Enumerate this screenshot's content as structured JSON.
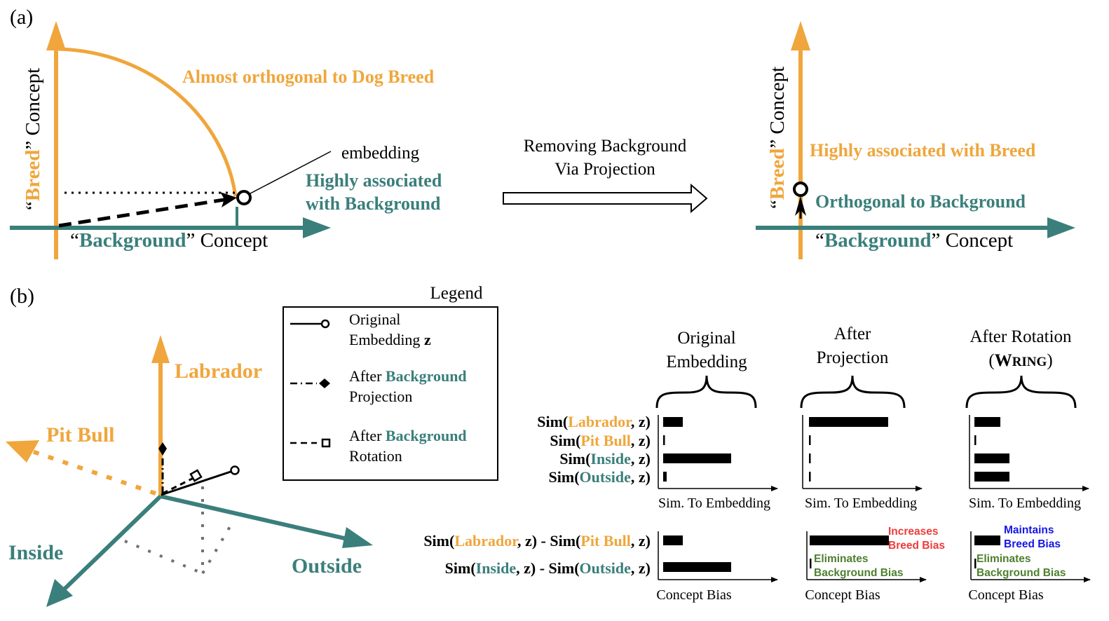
{
  "colors": {
    "orange": "#F0A63C",
    "teal": "#3A7F7B",
    "red": "#EE3B3B",
    "blue": "#1515E6",
    "green": "#4E7F2E",
    "gray": "#707070"
  },
  "panel_a": {
    "label": "(a)",
    "left": {
      "breed_axis_q1": "“",
      "breed_axis_word": "Breed",
      "breed_axis_q2": "” Concept",
      "bg_axis_q1": "“",
      "bg_axis_word": "Background",
      "bg_axis_q2": "” Concept",
      "arc_note": "Almost orthogonal to Dog Breed",
      "embedding_label": "embedding",
      "assoc_line1": "Highly associated",
      "assoc_line2": "with Background"
    },
    "arrow_label_line1": "Removing Background",
    "arrow_label_line2": "Via Projection",
    "right": {
      "breed_axis_q1": "“",
      "breed_axis_word": "Breed",
      "breed_axis_q2": "” Concept",
      "bg_axis_q1": "“",
      "bg_axis_word": "Background",
      "bg_axis_q2": "” Concept",
      "breed_note": "Highly associated with Breed",
      "orth_note": "Orthogonal to Background"
    }
  },
  "panel_b": {
    "label": "(b)",
    "axes": {
      "labrador": "Labrador",
      "pit_bull": "Pit Bull",
      "inside": "Inside",
      "outside": "Outside"
    },
    "legend": {
      "title": "Legend",
      "items": [
        {
          "line1": "Original",
          "line2a": "Embedding ",
          "line2b": "z"
        },
        {
          "line1a": "After ",
          "line1b": "Background",
          "line2": "Projection"
        },
        {
          "line1a": "After ",
          "line1b": "Background",
          "line2": "Rotation"
        }
      ]
    },
    "row_labels": {
      "sim_labrador": [
        "Sim(",
        "Labrador",
        ", z)"
      ],
      "sim_pitbull": [
        "Sim(",
        "Pit Bull",
        ", z)"
      ],
      "sim_inside": [
        "Sim(",
        "Inside",
        ", z)"
      ],
      "sim_outside": [
        "Sim(",
        "Outside",
        ", z)"
      ],
      "breed_bias": [
        "Sim(",
        "Labrador",
        ", z) - Sim(",
        "Pit Bull",
        ", z)"
      ],
      "bg_bias": [
        "Sim(",
        "Inside",
        ", z) - Sim(",
        "Outside",
        ", z)"
      ]
    },
    "groups": [
      {
        "title_line1": "Original",
        "title_line2": "Embedding",
        "xlabel_sim": "Sim. To Embedding",
        "xlabel_bias": "Concept Bias",
        "annotations": []
      },
      {
        "title_line1": "After",
        "title_line2": "Projection",
        "xlabel_sim": "Sim. To Embedding",
        "xlabel_bias": "Concept Bias",
        "annot_top_1": "Increases",
        "annot_top_2": "Breed Bias",
        "annot_bot_1": "Eliminates",
        "annot_bot_2": "Background Bias"
      },
      {
        "title_line1": "After Rotation",
        "title_line2_open": "(",
        "title_line2_W": "W",
        "title_line2_rest": "RING",
        "title_line2_close": ")",
        "xlabel_sim": "Sim. To Embedding",
        "xlabel_bias": "Concept Bias",
        "annot_top_1": "Maintains",
        "annot_top_2": "Breed Bias",
        "annot_bot_1": "Eliminates",
        "annot_bot_2": "Background Bias"
      }
    ]
  },
  "chart_data": [
    {
      "type": "bar",
      "title": "Original Embedding",
      "xlabel": "Sim. To Embedding",
      "categories": [
        "Sim(Labrador, z)",
        "Sim(Pit Bull, z)",
        "Sim(Inside, z)",
        "Sim(Outside, z)"
      ],
      "values": [
        0.28,
        0.02,
        0.97,
        0.05
      ],
      "xlim": [
        0,
        1.5
      ]
    },
    {
      "type": "bar",
      "title": "After Projection",
      "xlabel": "Sim. To Embedding",
      "categories": [
        "Sim(Labrador, z)",
        "Sim(Pit Bull, z)",
        "Sim(Inside, z)",
        "Sim(Outside, z)"
      ],
      "values": [
        1.13,
        0.02,
        0.02,
        0.02
      ],
      "xlim": [
        0,
        1.5
      ]
    },
    {
      "type": "bar",
      "title": "After Rotation (WRING)",
      "xlabel": "Sim. To Embedding",
      "categories": [
        "Sim(Labrador, z)",
        "Sim(Pit Bull, z)",
        "Sim(Inside, z)",
        "Sim(Outside, z)"
      ],
      "values": [
        0.37,
        0.02,
        0.5,
        0.5
      ],
      "xlim": [
        0,
        1.5
      ]
    },
    {
      "type": "bar",
      "title": "Original Embedding",
      "xlabel": "Concept Bias",
      "categories": [
        "Sim(Labrador, z) - Sim(Pit Bull, z)",
        "Sim(Inside, z) - Sim(Outside, z)"
      ],
      "values": [
        0.28,
        0.97
      ],
      "xlim": [
        0,
        1.5
      ]
    },
    {
      "type": "bar",
      "title": "After Projection",
      "xlabel": "Concept Bias",
      "categories": [
        "Sim(Labrador, z) - Sim(Pit Bull, z)",
        "Sim(Inside, z) - Sim(Outside, z)"
      ],
      "values": [
        1.13,
        0.02
      ],
      "xlim": [
        0,
        1.5
      ]
    },
    {
      "type": "bar",
      "title": "After Rotation (WRING)",
      "xlabel": "Concept Bias",
      "categories": [
        "Sim(Labrador, z) - Sim(Pit Bull, z)",
        "Sim(Inside, z) - Sim(Outside, z)"
      ],
      "values": [
        0.37,
        0.02
      ],
      "xlim": [
        0,
        1.5
      ]
    }
  ]
}
